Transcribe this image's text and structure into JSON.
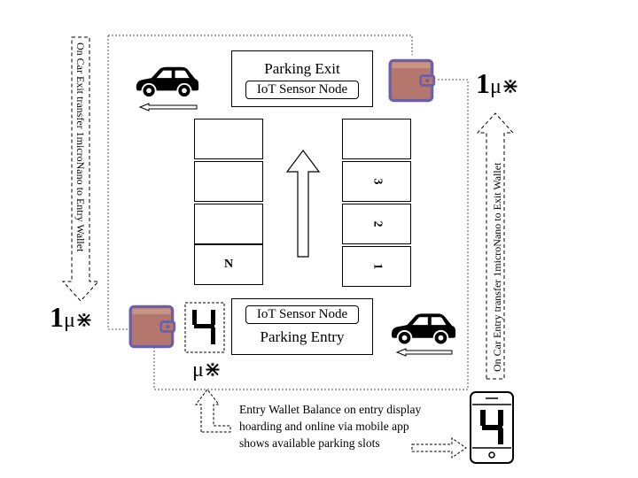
{
  "exit_node": {
    "title": "Parking Exit",
    "sensor": "IoT Sensor Node"
  },
  "entry_node": {
    "title": "Parking Entry",
    "sensor": "IoT Sensor Node"
  },
  "slots": {
    "left": [
      "",
      "",
      "",
      "N"
    ],
    "right": [
      "",
      "3",
      "2",
      "1"
    ]
  },
  "display_digit": "4",
  "phone_digit": "4",
  "left_label": "On Car Exit transfer 1microNano to Entry Wallet",
  "right_label": "On Car Entry transfer 1microNano to Exit Wallet",
  "amount_left": {
    "num": "1",
    "unit": "μ⋇"
  },
  "amount_right": {
    "num": "1",
    "unit": "μ⋇"
  },
  "balance_unit": "μ⋇",
  "bottom_text": {
    "line1": "Entry Wallet Balance on entry display",
    "line2": "hoarding and online via mobile app",
    "line3": "shows available parking slots"
  },
  "icons": [
    "car-icon",
    "wallet-icon",
    "up-arrow-icon",
    "seven-segment-display",
    "mobile-phone-icon"
  ]
}
